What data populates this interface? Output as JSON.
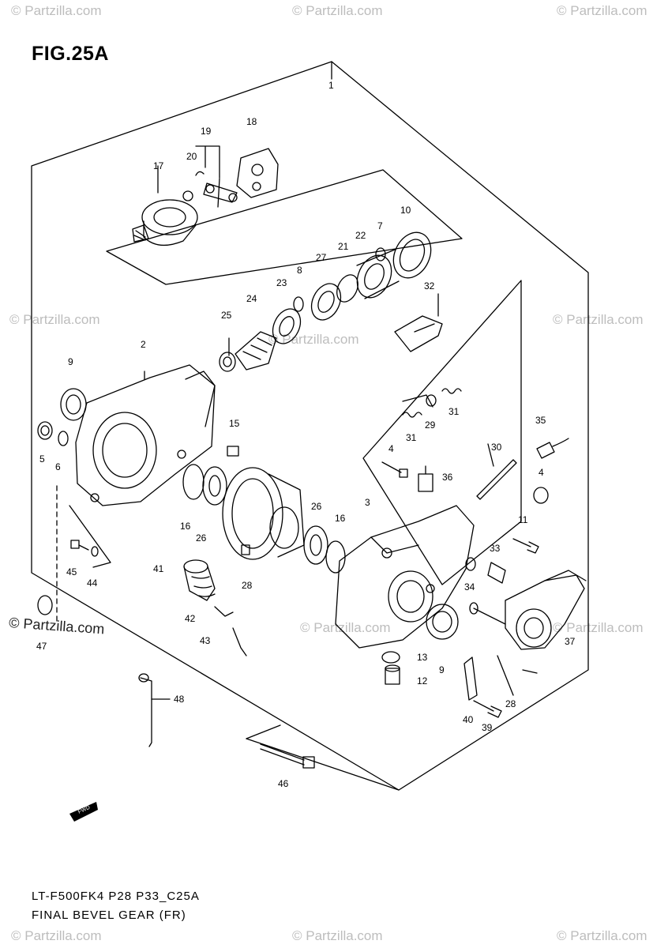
{
  "figure": {
    "title": "FIG.25A",
    "caption_line1": "LT-F500FK4 P28 P33_C25A",
    "caption_line2": "FINAL BEVEL GEAR (FR)",
    "watermark": "© Partzilla.com",
    "fwd_label": "FWD"
  },
  "callouts": [
    {
      "id": "c1",
      "label": "1"
    },
    {
      "id": "c2",
      "label": "2"
    },
    {
      "id": "c3",
      "label": "3"
    },
    {
      "id": "c4a",
      "label": "4"
    },
    {
      "id": "c4b",
      "label": "4"
    },
    {
      "id": "c5",
      "label": "5"
    },
    {
      "id": "c6",
      "label": "6"
    },
    {
      "id": "c7",
      "label": "7"
    },
    {
      "id": "c8",
      "label": "8"
    },
    {
      "id": "c9a",
      "label": "9"
    },
    {
      "id": "c9b",
      "label": "9"
    },
    {
      "id": "c10",
      "label": "10"
    },
    {
      "id": "c11",
      "label": "11"
    },
    {
      "id": "c12",
      "label": "12"
    },
    {
      "id": "c13",
      "label": "13"
    },
    {
      "id": "c15",
      "label": "15"
    },
    {
      "id": "c16a",
      "label": "16"
    },
    {
      "id": "c16b",
      "label": "16"
    },
    {
      "id": "c17",
      "label": "17"
    },
    {
      "id": "c18",
      "label": "18"
    },
    {
      "id": "c19",
      "label": "19"
    },
    {
      "id": "c20",
      "label": "20"
    },
    {
      "id": "c21",
      "label": "21"
    },
    {
      "id": "c22",
      "label": "22"
    },
    {
      "id": "c23",
      "label": "23"
    },
    {
      "id": "c24",
      "label": "24"
    },
    {
      "id": "c25",
      "label": "25"
    },
    {
      "id": "c26a",
      "label": "26"
    },
    {
      "id": "c26b",
      "label": "26"
    },
    {
      "id": "c27",
      "label": "27"
    },
    {
      "id": "c28a",
      "label": "28"
    },
    {
      "id": "c28b",
      "label": "28"
    },
    {
      "id": "c29",
      "label": "29"
    },
    {
      "id": "c30",
      "label": "30"
    },
    {
      "id": "c31a",
      "label": "31"
    },
    {
      "id": "c31b",
      "label": "31"
    },
    {
      "id": "c32",
      "label": "32"
    },
    {
      "id": "c33",
      "label": "33"
    },
    {
      "id": "c34",
      "label": "34"
    },
    {
      "id": "c35",
      "label": "35"
    },
    {
      "id": "c36",
      "label": "36"
    },
    {
      "id": "c37",
      "label": "37"
    },
    {
      "id": "c39",
      "label": "39"
    },
    {
      "id": "c40",
      "label": "40"
    },
    {
      "id": "c41",
      "label": "41"
    },
    {
      "id": "c42",
      "label": "42"
    },
    {
      "id": "c43",
      "label": "43"
    },
    {
      "id": "c44",
      "label": "44"
    },
    {
      "id": "c45",
      "label": "45"
    },
    {
      "id": "c46",
      "label": "46"
    },
    {
      "id": "c47",
      "label": "47"
    },
    {
      "id": "c48",
      "label": "48"
    }
  ]
}
